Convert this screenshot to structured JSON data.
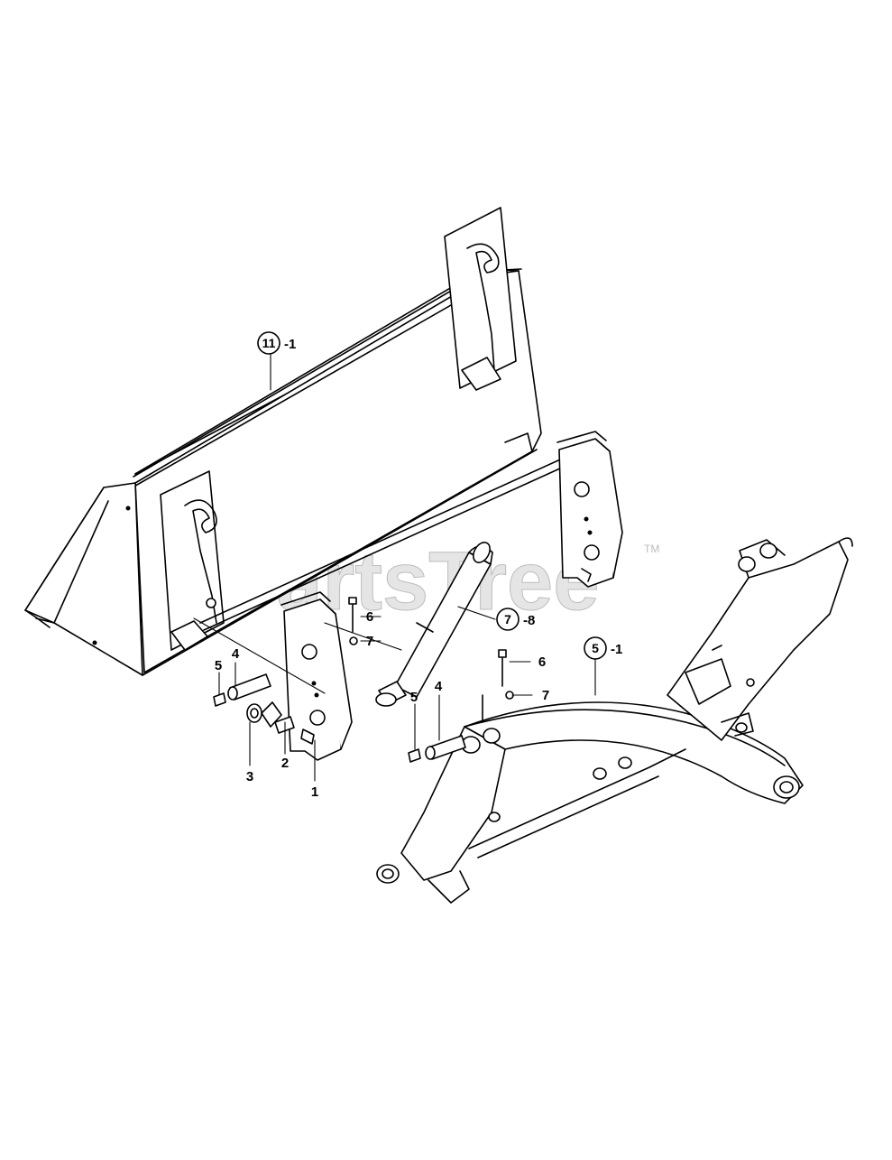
{
  "watermark": {
    "text": "PartsTree",
    "trademark": "TM"
  },
  "callouts": {
    "bucket_ref": {
      "circled": "11",
      "suffix": "-1"
    },
    "cylinder_ref": {
      "circled": "7",
      "suffix": "-8"
    },
    "frame_ref": {
      "circled": "5",
      "suffix": "-1"
    },
    "part_1": "1",
    "part_2": "2",
    "part_3": "3",
    "part_4_left": "4",
    "part_5_left": "5",
    "part_6_left": "6",
    "part_7_left": "7",
    "part_4_right": "4",
    "part_5_right": "5",
    "part_6_right": "6",
    "part_7_right": "7"
  }
}
